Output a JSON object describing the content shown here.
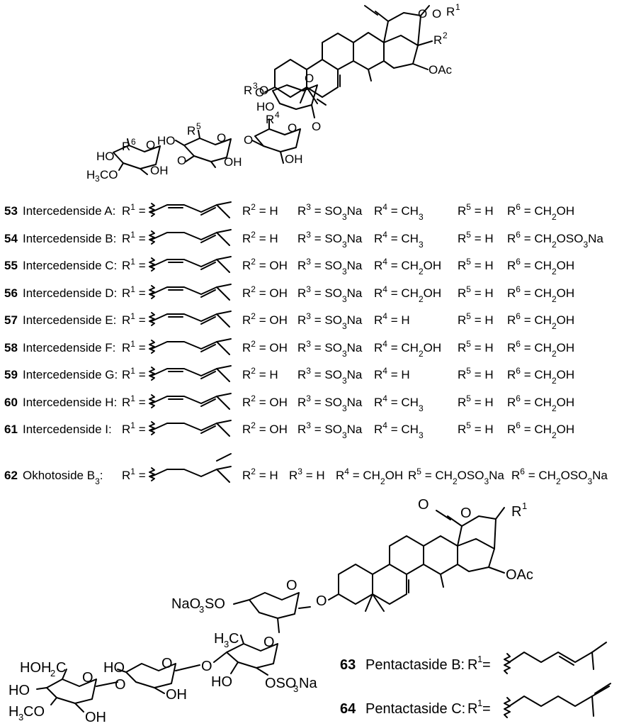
{
  "top_structure": {
    "atom_labels": {
      "o_carbonyl": "O",
      "o_ring": "O",
      "r1": "R",
      "r1_sup": "1",
      "r2": "R",
      "r2_sup": "2",
      "oac": "OAc",
      "o_glyco": "O",
      "r3o": "O",
      "r3": "R",
      "r3_sup": "3",
      "ho1": "HO",
      "o_xyl": "O",
      "o_link1": "O",
      "r4": "R",
      "r4_sup": "4",
      "o_qui": "O",
      "o_link2": "O",
      "oh_qui": "OH",
      "r5": "R",
      "r5_sup": "5",
      "ho_glc": "HO",
      "o_glc": "O",
      "oh_glc": "OH",
      "o_link3": "O",
      "r6": "R",
      "r6_sup": "6",
      "ho_mglc": "HO",
      "o_mglc": "O",
      "oh_mglc": "OH",
      "h3co_h": "H",
      "h3co_sub": "3",
      "h3co_co": "CO"
    }
  },
  "compounds": [
    {
      "num": "53",
      "name": "Intercedenside A:",
      "r1": "R",
      "r2": "R2 = H",
      "r3": "R3 = SO3Na",
      "r4": "R4 = CH3",
      "r5": "R5 = H",
      "r6": "R6 = CH2OH"
    },
    {
      "num": "54",
      "name": "Intercedenside B:",
      "r1": "R",
      "r2": "R2 = H",
      "r3": "R3 = SO3Na",
      "r4": "R4 = CH3",
      "r5": "R5 = H",
      "r6": "R6 = CH2OSO3Na"
    },
    {
      "num": "55",
      "name": "Intercedenside C:",
      "r1": "R",
      "r2": "R2 = OH",
      "r3": "R3 = SO3Na",
      "r4": "R4 = CH2OH",
      "r5": "R5 = H",
      "r6": "R6 = CH2OH"
    },
    {
      "num": "56",
      "name": "Intercedenside D:",
      "r1": "R",
      "r2": "R2 = OH",
      "r3": "R3 = SO3Na",
      "r4": "R4 = CH2OH",
      "r5": "R5 = H",
      "r6": "R6 = CH2OH"
    },
    {
      "num": "57",
      "name": "Intercedenside E:",
      "r1": "R",
      "r2": "R2 = OH",
      "r3": "R3 = SO3Na",
      "r4": "R4 = H",
      "r5": "R5 = H",
      "r6": "R6 = CH2OH"
    },
    {
      "num": "58",
      "name": "Intercedenside F:",
      "r1": "R",
      "r2": "R2 = OH",
      "r3": "R3 = SO3Na",
      "r4": "R4 = CH2OH",
      "r5": "R5 = H",
      "r6": "R6 = CH2OH"
    },
    {
      "num": "59",
      "name": "Intercedenside G:",
      "r1": "R",
      "r2": "R2 = H",
      "r3": "R3 = SO3Na",
      "r4": "R4 = H",
      "r5": "R5 = H",
      "r6": "R6 = CH2OH"
    },
    {
      "num": "60",
      "name": "Intercedenside H:",
      "r1": "R",
      "r2": "R2 = OH",
      "r3": "R3 = SO3Na",
      "r4": "R4 = CH3",
      "r5": "R5 = H",
      "r6": "R6 = CH2OH"
    },
    {
      "num": "61",
      "name": "Intercedenside I:",
      "r1": "R",
      "r2": "R2 = OH",
      "r3": "R3 = SO3Na",
      "r4": "R4 = CH3",
      "r5": "R5 = H",
      "r6": "R6 = CH2OH"
    }
  ],
  "row62": {
    "num": "62",
    "name": "Okhotoside B",
    "name_sub": "3",
    "colon": ":",
    "r1": "R",
    "r2": "R2 = H",
    "r3": "R3 = H",
    "r4": "R4 = CH2OH",
    "r5": "R5 = CH2OSO3Na",
    "r6": "R6 = CH2OSO3Na"
  },
  "bottom_structure": {
    "atom_labels": {
      "o_carbonyl": "O",
      "o_ring": "O",
      "r1": "R",
      "r1_sup": "1",
      "oac": "OAc",
      "o_glyco": "O",
      "naso": "NaO",
      "naso_sub": "3",
      "naso_so": "SO",
      "o_xyl": "O",
      "h3c": "H",
      "h3c_sub": "3",
      "h3c_c": "C",
      "o_qui": "O",
      "ho_qui": "HO",
      "oso3na_o": "OSO",
      "oso3na_sub": "3",
      "oso3na_na": "Na",
      "ho_xyl2": "HO",
      "o_xyl2": "O",
      "oh_xyl2": "OH",
      "o_link_a": "O",
      "o_link_b": "O",
      "hoh2c": "HOH",
      "hoh2c_sub": "2",
      "hoh2c_c": "C",
      "ho_glc": "HO",
      "o_glc": "O",
      "h3co": "H",
      "h3co_sub": "3",
      "h3co_co": "CO",
      "oh_glc": "OH"
    }
  },
  "legend_63": {
    "num": "63",
    "name": "Pentactaside B:",
    "r1": "R",
    "r1_sup": "1",
    "eq": " ="
  },
  "legend_64": {
    "num": "64",
    "name": "Pentactaside C:",
    "r1": "R",
    "r1_sup": "1",
    "eq": " ="
  }
}
